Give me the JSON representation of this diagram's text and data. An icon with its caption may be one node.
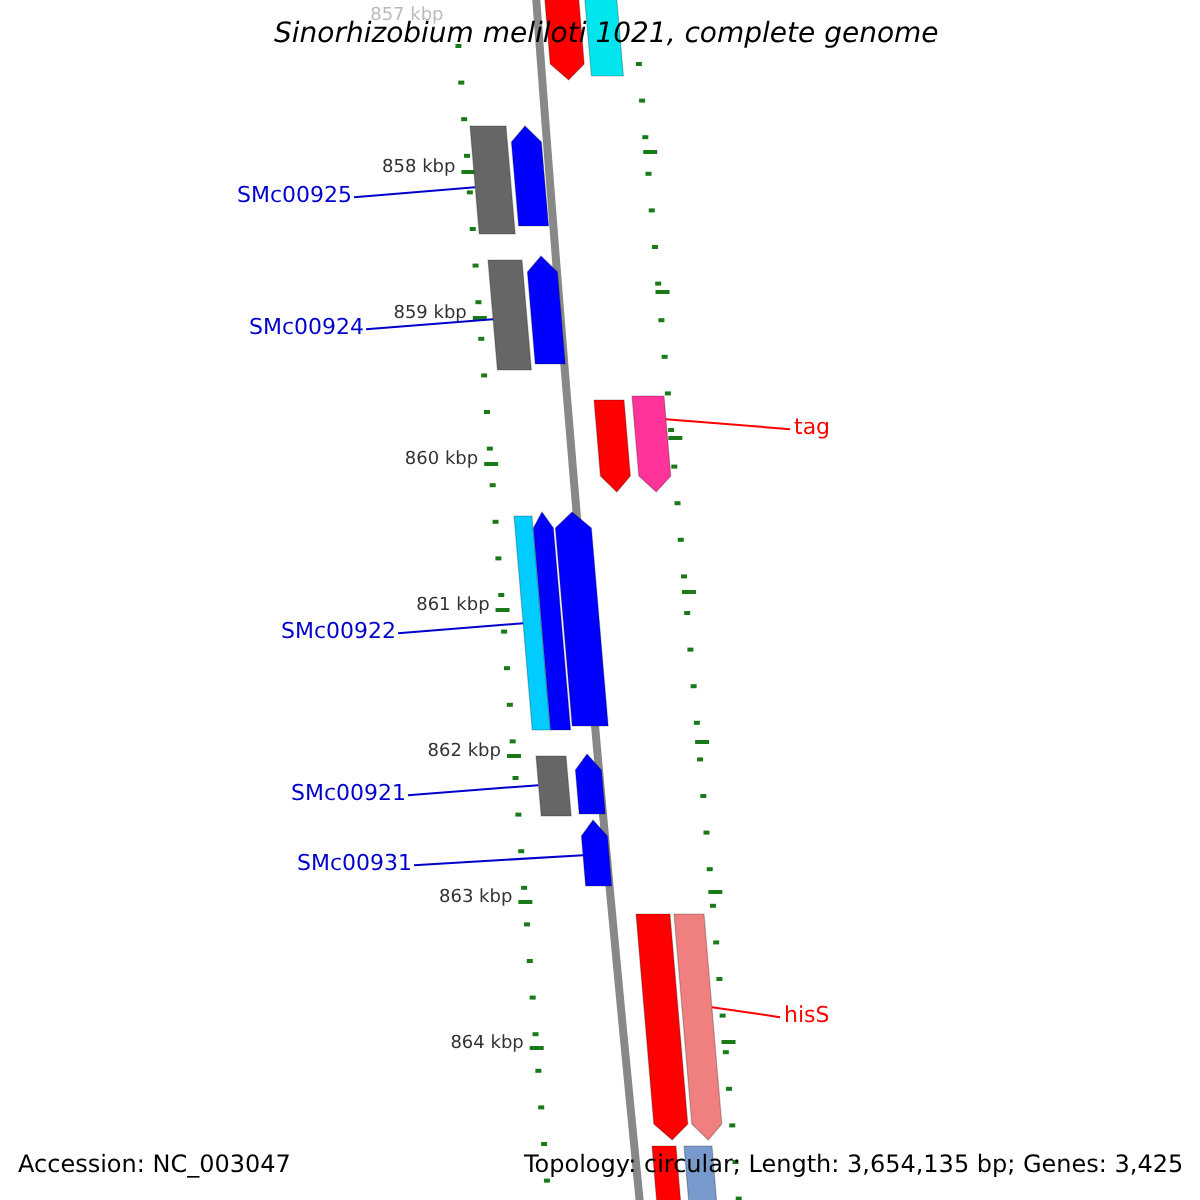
{
  "diagram": {
    "title": "Sinorhizobium meliloti 1021, complete genome",
    "nodes": [
      {
        "text": [],
        "shape": "arrow"
      },
      {
        "text": [],
        "shape": "bar"
      },
      {
        "text": [
          "SMc00925"
        ]
      },
      {
        "text": [],
        "shape": "bar"
      },
      {
        "text": [],
        "shape": "arrow"
      },
      {
        "text": [
          "SMc00924"
        ]
      },
      {
        "text": [],
        "shape": "bar"
      },
      {
        "text": [],
        "shape": "arrow"
      },
      {
        "text": [],
        "shape": "arrow"
      },
      {
        "text": [],
        "shape": "arrow"
      },
      {
        "text": [
          "tag"
        ]
      },
      {
        "text": [],
        "shape": "bar"
      },
      {
        "text": [],
        "shape": "arrow"
      },
      {
        "text": [],
        "shape": "arrow"
      },
      {
        "text": [
          "SMc00922"
        ]
      },
      {
        "text": [],
        "shape": "bar"
      },
      {
        "text": [],
        "shape": "arrow"
      },
      {
        "text": [
          "SMc00921"
        ]
      },
      {
        "text": [],
        "shape": "arrow"
      },
      {
        "text": [
          "SMc00931"
        ]
      },
      {
        "text": [],
        "shape": "arrow"
      },
      {
        "text": [],
        "shape": "arrow"
      },
      {
        "text": [
          "hisS"
        ]
      },
      {
        "text": [],
        "shape": "bar"
      },
      {
        "text": [],
        "shape": "bar"
      }
    ],
    "edges": [
      {
        "from": 2,
        "to": 3,
        "arrow": "none"
      },
      {
        "from": 5,
        "to": 6,
        "arrow": "none"
      },
      {
        "from": 10,
        "to": 9,
        "arrow": "none",
        "color": "#ff0000"
      },
      {
        "from": 14,
        "to": 11,
        "arrow": "none"
      },
      {
        "from": 17,
        "to": 15,
        "arrow": "none"
      },
      {
        "from": 19,
        "to": 18,
        "arrow": "none"
      },
      {
        "from": 22,
        "to": 21,
        "arrow": "none",
        "color": "#ff0000"
      }
    ],
    "labels": [
      "857 kbp",
      "858 kbp",
      "859 kbp",
      "860 kbp",
      "861 kbp",
      "862 kbp",
      "863 kbp",
      "864 kbp",
      "Accession: NC_003047",
      "Topology: circular; Length: 3,654,135 bp; Genes: 3,425"
    ]
  }
}
